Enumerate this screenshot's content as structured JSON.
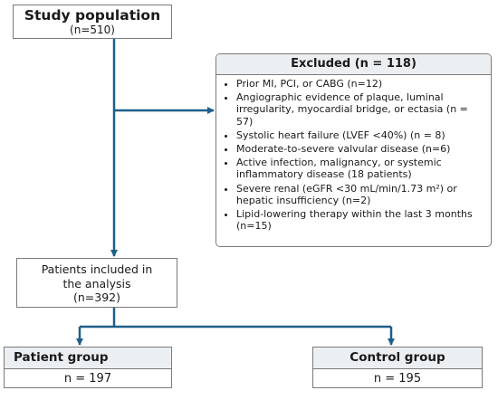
{
  "study": {
    "title": "Study population",
    "n": "(n=510)"
  },
  "excluded": {
    "title": "Excluded (n = 118)",
    "items": [
      "Prior MI, PCI, or CABG (n=12)",
      "Angiographic evidence of plaque, luminal irregularity, myocardial bridge, or ectasia (n = 57)",
      "Systolic heart failure (LVEF <40%) (n = 8)",
      "Moderate-to-severe valvular disease (n=6)",
      "Active infection, malignancy, or systemic inflammatory disease (18 patients)",
      "Severe renal (eGFR <30 mL/min/1.73 m²) or hepatic insufficiency (n=2)",
      "Lipid-lowering therapy within the last 3 months (n=15)"
    ]
  },
  "included": {
    "line1": "Patients included in",
    "line2": "the analysis",
    "n": "(n=392)"
  },
  "patient_group": {
    "title": "Patient group",
    "n": "n = 197"
  },
  "control_group": {
    "title": "Control group",
    "n": "n = 195"
  },
  "colors": {
    "arrow": "#1f5f8b",
    "border": "#7a7a7a",
    "header_bg": "#eceff2"
  }
}
